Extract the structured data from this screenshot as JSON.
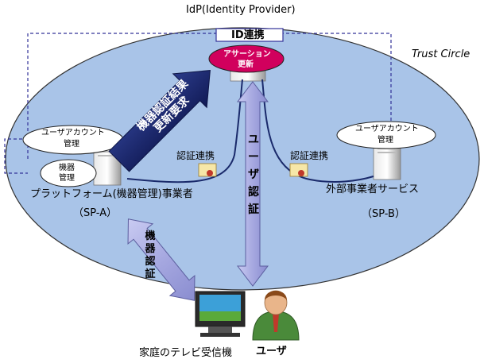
{
  "title": "IdP(Identity Provider)",
  "trust_circle_label": "Trust Circle",
  "id_link_label": "ID連携",
  "assertion": {
    "line1": "アサーション",
    "line2": "更新"
  },
  "sp_a": {
    "user_account_line1": "ユーザアカウント",
    "user_account_line2": "管理",
    "device_mgmt_line1": "機器",
    "device_mgmt_line2": "管理",
    "name": "プラットフォーム(機器管理)事業者",
    "code": "（SP-A）"
  },
  "sp_b": {
    "user_account_line1": "ユーザアカウント",
    "user_account_line2": "管理",
    "name": "外部事業者サービス",
    "code": "（SP-B）"
  },
  "auth_link_left": "認証連携",
  "auth_link_right": "認証連携",
  "device_auth_result_arrow": {
    "line1": "機器認証結果",
    "line2": "更新要求"
  },
  "user_auth_arrow": [
    "ユ",
    "ー",
    "ザ",
    "認",
    "証"
  ],
  "device_auth_arrow": [
    "機",
    "器",
    "認",
    "証"
  ],
  "tv_label": "家庭のテレビ受信機",
  "user_label": "ユーザ",
  "colors": {
    "circle_fill": "#a9c4e8",
    "circle_stroke": "#333333",
    "dashed_line": "#333399",
    "arrow_dark": "#1a2a6b",
    "arrow_light": "#a6a8e0",
    "assertion_fill": "#d1005d",
    "curve": "#1a2a6b"
  }
}
